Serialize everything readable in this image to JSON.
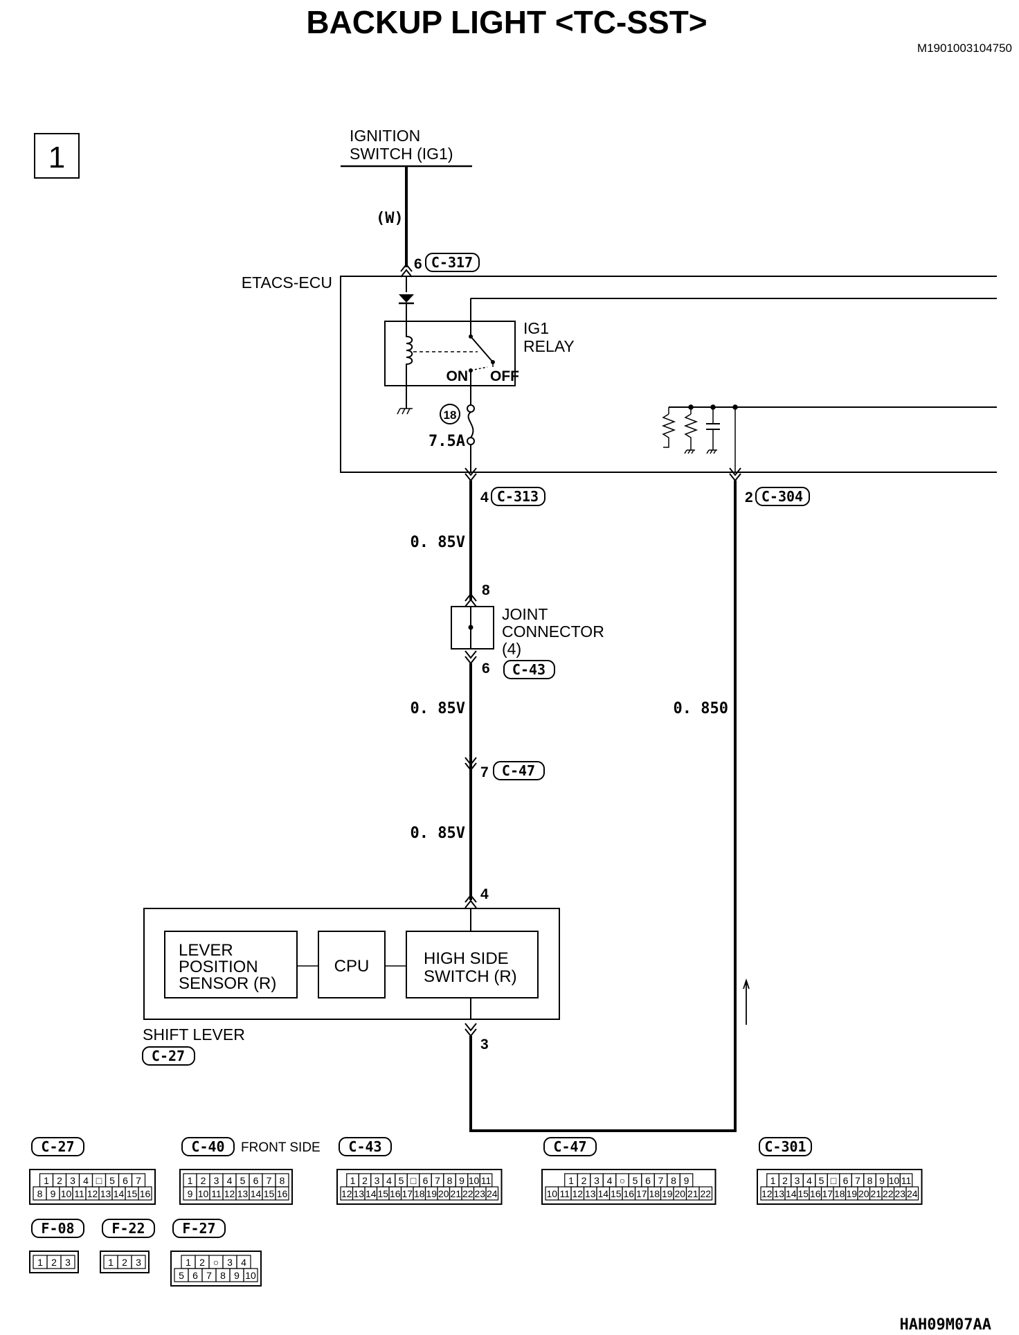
{
  "title": "BACKUP LIGHT <TC-SST>",
  "doc_code": "M1901003104750",
  "figure_code": "HAH09M07AA",
  "page_box": "1",
  "ignition": {
    "line1": "IGNITION",
    "line2": "SWITCH (IG1)"
  },
  "wire_color_top": "(W)",
  "etacs_label": "ETACS-ECU",
  "relay": {
    "line1": "IG1",
    "line2": "RELAY",
    "on": "ON",
    "off": "OFF"
  },
  "fuse": {
    "number": "18",
    "rating": "7.5A"
  },
  "pins": {
    "c317_pin": "6",
    "c317": "C-317",
    "c313_pin": "4",
    "c313": "C-313",
    "c304_pin": "2",
    "c304": "C-304",
    "joint_in": "8",
    "joint_out": "6",
    "c43": "C-43",
    "c47_pin": "7",
    "c47": "C-47",
    "lever_in": "4",
    "lever_out": "3"
  },
  "joint": {
    "line1": "JOINT",
    "line2": "CONNECTOR",
    "line3": "(4)"
  },
  "wires": {
    "w1": "0. 85V",
    "w2": "0. 85V",
    "w3": "0. 85V",
    "w4": "0. 850"
  },
  "shift_lever": {
    "name": "SHIFT LEVER",
    "connector": "C-27",
    "sensor": [
      "LEVER",
      "POSITION",
      "SENSOR (R)"
    ],
    "cpu": "CPU",
    "switch": [
      "HIGH SIDE",
      "SWITCH (R)"
    ]
  },
  "connector_views": [
    {
      "id": "C-27",
      "rows": [
        [
          "1",
          "2",
          "3",
          "4",
          "□",
          "5",
          "6",
          "7"
        ],
        [
          "8",
          "9",
          "10",
          "11",
          "12",
          "13",
          "14",
          "15",
          "16"
        ]
      ]
    },
    {
      "id": "C-40",
      "note": "FRONT SIDE",
      "rows": [
        [
          "1",
          "2",
          "3",
          "4",
          "5",
          "6",
          "7",
          "8"
        ],
        [
          "9",
          "10",
          "11",
          "12",
          "13",
          "14",
          "15",
          "16"
        ]
      ]
    },
    {
      "id": "C-43",
      "rows": [
        [
          "1",
          "2",
          "3",
          "4",
          "5",
          "□",
          "6",
          "7",
          "8",
          "9",
          "10",
          "11"
        ],
        [
          "12",
          "13",
          "14",
          "15",
          "16",
          "17",
          "18",
          "19",
          "20",
          "21",
          "22",
          "23",
          "24"
        ]
      ]
    },
    {
      "id": "C-47",
      "rows": [
        [
          "1",
          "2",
          "3",
          "4",
          "○",
          "5",
          "6",
          "7",
          "8",
          "9"
        ],
        [
          "10",
          "11",
          "12",
          "13",
          "14",
          "15",
          "16",
          "17",
          "18",
          "19",
          "20",
          "21",
          "22"
        ]
      ]
    },
    {
      "id": "C-301",
      "rows": [
        [
          "1",
          "2",
          "3",
          "4",
          "5",
          "□",
          "6",
          "7",
          "8",
          "9",
          "10",
          "11"
        ],
        [
          "12",
          "13",
          "14",
          "15",
          "16",
          "17",
          "18",
          "19",
          "20",
          "21",
          "22",
          "23",
          "24"
        ]
      ]
    },
    {
      "id": "F-08",
      "rows": [
        [
          "1",
          "2",
          "3"
        ]
      ]
    },
    {
      "id": "F-22",
      "rows": [
        [
          "1",
          "2",
          "3"
        ]
      ]
    },
    {
      "id": "F-27",
      "rows": [
        [
          "1",
          "2",
          "○",
          "3",
          "4"
        ],
        [
          "5",
          "6",
          "7",
          "8",
          "9",
          "10"
        ]
      ]
    }
  ]
}
